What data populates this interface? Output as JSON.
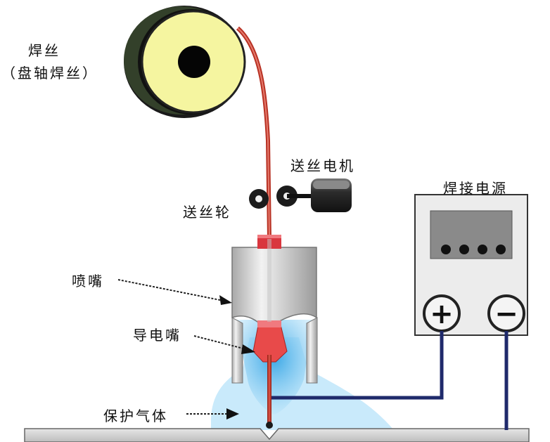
{
  "labels": {
    "wire": "焊丝",
    "wire_sub": "（盘轴焊丝）",
    "feed_motor": "送丝电机",
    "feed_roller": "送丝轮",
    "power_source": "焊接电源",
    "nozzle": "喷嘴",
    "contact_tip": "导电嘴",
    "shield_gas": "保护气体"
  },
  "power_source": {
    "plus_symbol": "+",
    "minus_symbol": "−"
  },
  "colors": {
    "spool": "#f5f5a0",
    "wire": "#c0392b",
    "gas": "#6ec6ef",
    "cable": "#1f2a6b",
    "nozzle": "#dcdcdc",
    "workpiece": "#d6d6d6"
  }
}
